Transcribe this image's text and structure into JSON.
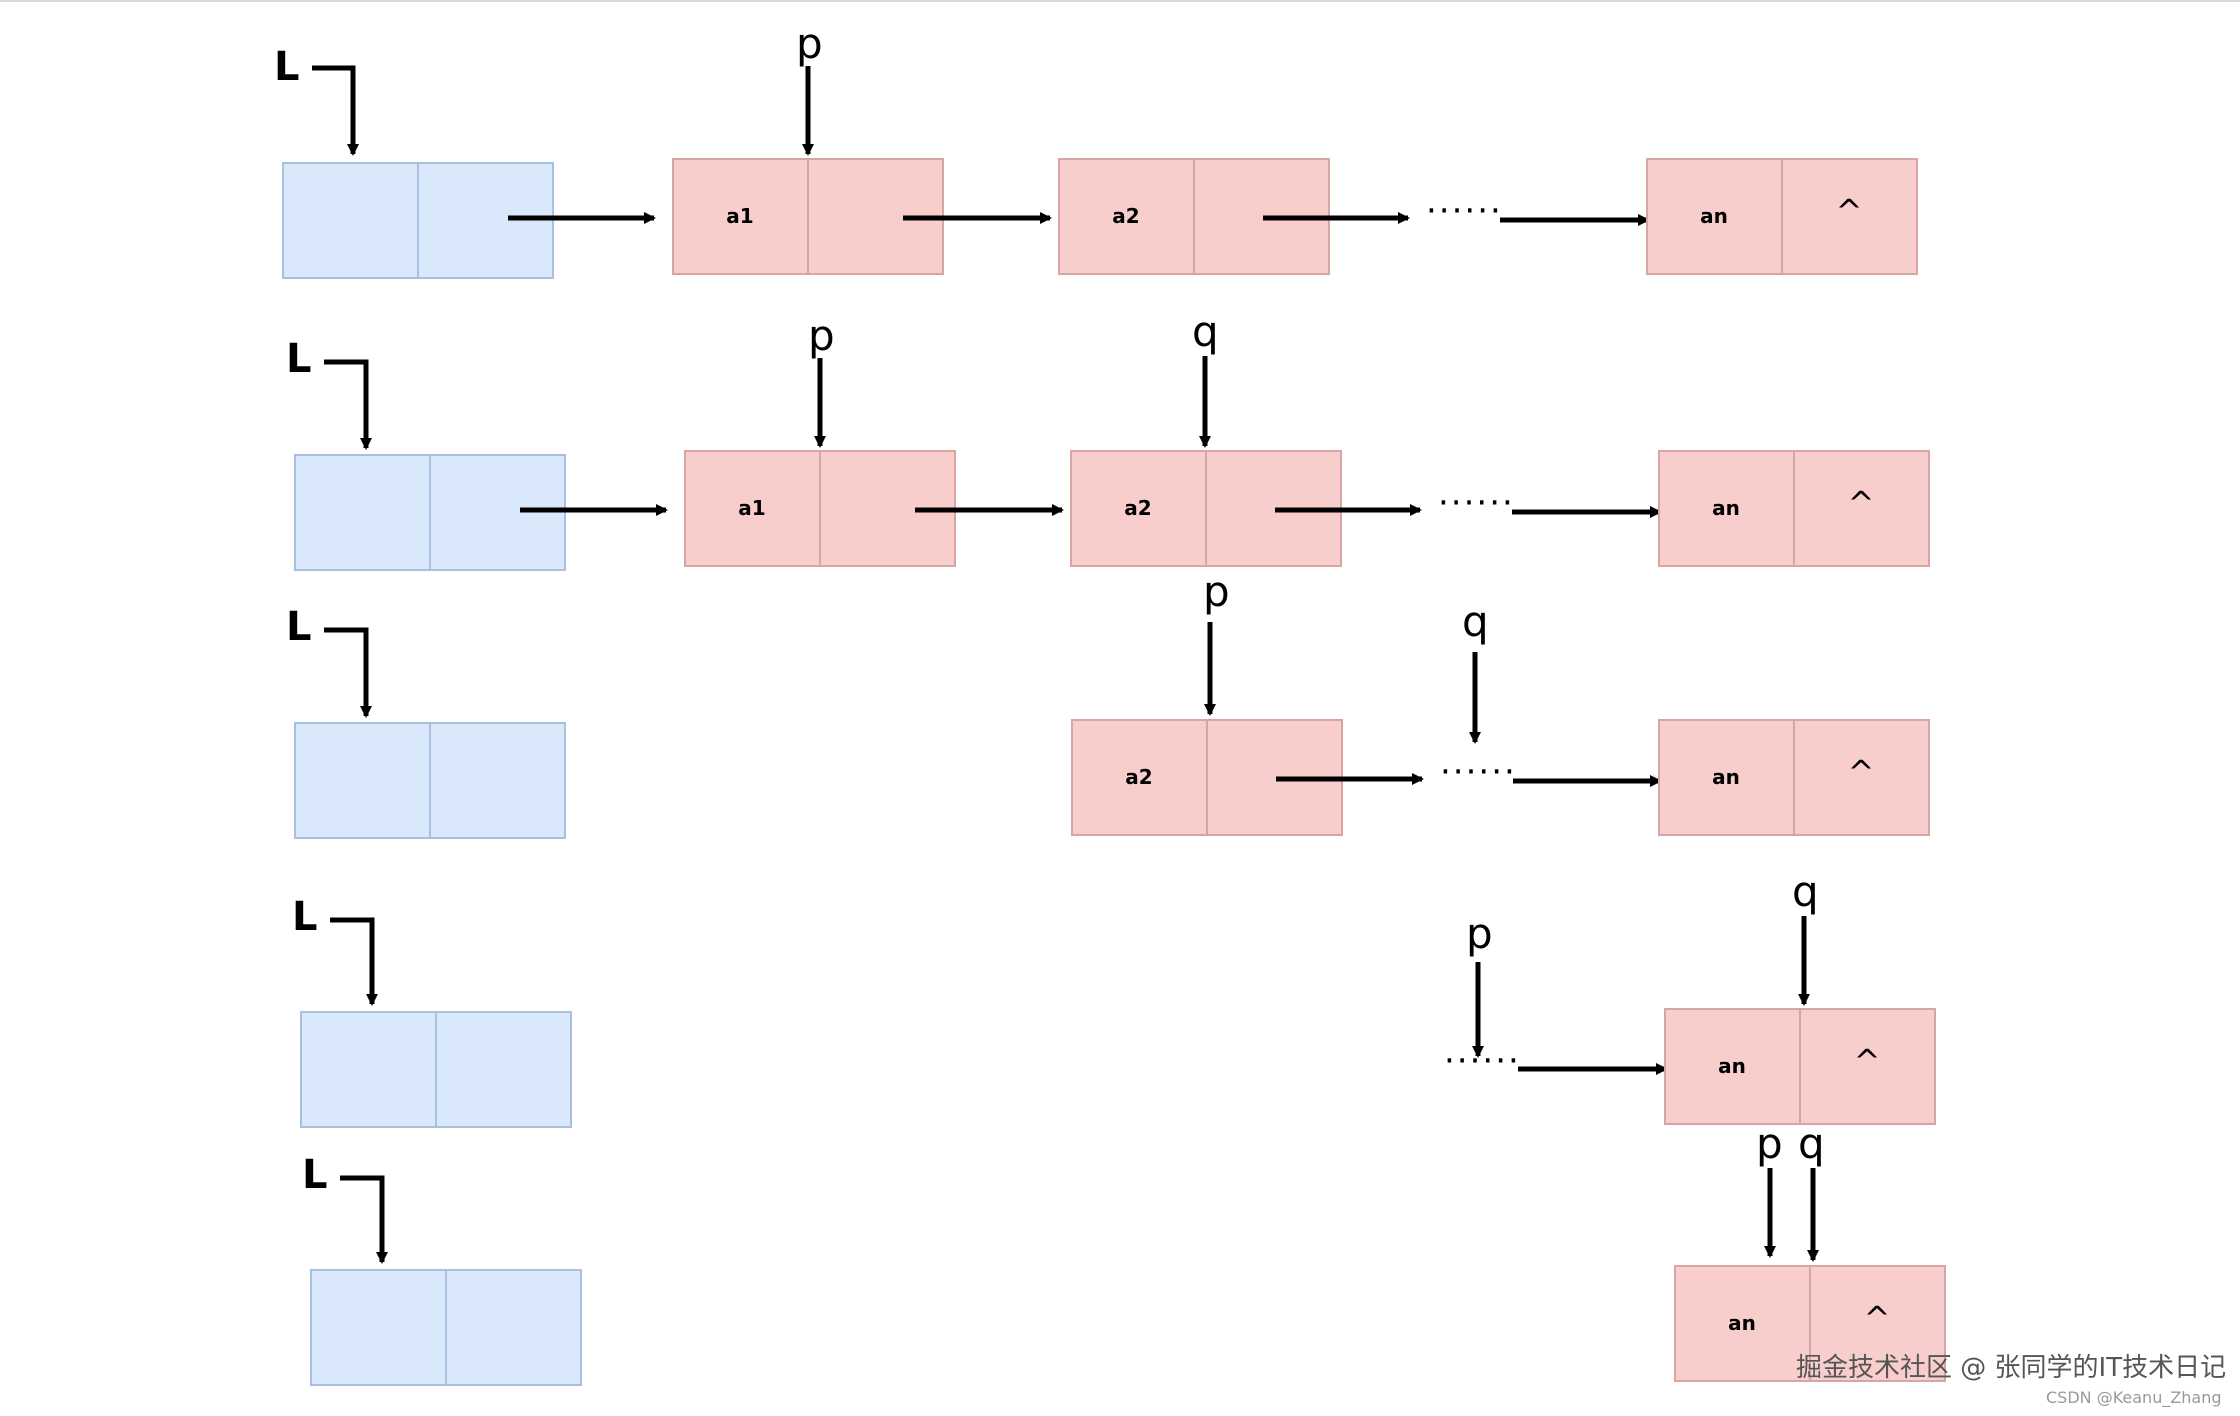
{
  "diagram": {
    "pointer_labels": {
      "head": "L",
      "p": "p",
      "q": "q"
    },
    "node_labels": {
      "a1": "a1",
      "a2": "a2",
      "an": "an",
      "null_marker": "^"
    },
    "ellipsis": "······"
  },
  "watermark": {
    "line1": "掘金技术社区 @ 张同学的IT技术日记",
    "line2": "CSDN @Keanu_Zhang"
  },
  "colors": {
    "head_node_fill": "#dae8fc",
    "head_node_stroke": "#a9c0e0",
    "data_node_fill": "#f8cecc",
    "data_node_stroke": "#d7a6a4",
    "arrow": "#000000"
  }
}
